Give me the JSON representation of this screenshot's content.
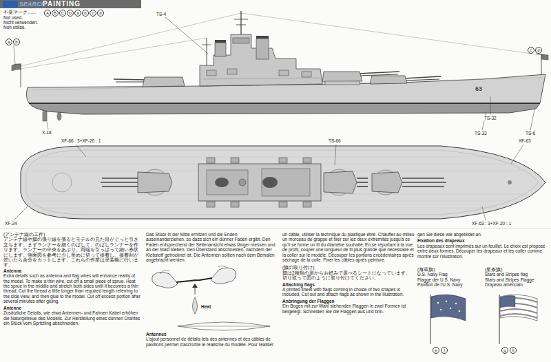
{
  "diagram": {
    "title": "PAINTING",
    "labels": [
      "SEARCH",
      "不要マーク……",
      "Not used.",
      "Nicht verwenden.",
      "Non utilisé.",
      "A",
      "B",
      "C",
      "D",
      "a",
      "b",
      "c",
      "d",
      "TS-4",
      "a",
      "b",
      "c",
      "d",
      "TS-32",
      "63",
      "X-18",
      "TS-33",
      "TS-6",
      "XF-66 : 3+XF-20 : 1",
      "TS-66",
      "XF-63",
      "XF-24",
      "XF-63 : 3+XF-20 : 1",
      "(アンテナ線の工作)",
      "アンテナ線や旗の張り線を張るとモデルの見た目がぐっと引き立ちます。まずランナーを細くのばして、のばしランナーを作ります。ランナーの中央をあぶり、両端を引っぱって細い糸状にします。側面図を参考に少し長めに切って接着し、接着剤が乾いたら余分をカットします。これらの作業は塗装後に行います。",
      "Antenna",
      "Extra details such as antenna and flag wires will enhance reality of the model. To make a thin wire, cut off a small piece of sprue. Heat the sprue in the middle and stretch both sides until it becomes a thin thread. Cut the thread a little longer than required length referring to the side view, and then glue to the model. Cut off excess portion after several minutes after gluing.",
      "Antenne",
      "Zusätzliche Details, wie etwa Antennen- und Fahnen Kabel erhöhen die Naturgetreue des Modells. Zur Herstellung eines dünnen Drahtes ein Stück vom Spritzling abschneiden.",
      "Das Stück in der Mitte erhitzen und die Enden auseinanderziehen, so dass sich ein dünner Faden ergibt. Den Faden entsprechend der Seitenansicht etwas länger messen und an der Mast kleben. Den Überstand abschneiden, nachdem der Klebstoff getrocknet ist. Die Antennen sollten nach dem Bemalen angebracht werden.",
      "Heat",
      "Antennes",
      "L'ajout personnel de détails tels des antennes et des câbles de pavillons permet d'accroître le réalisme du modèle. Pour réaliser",
      "un câble, utiliser la technique du plastique étiré. Chauffer au milieu un morceau de grappe et tirer sur les deux extrémités jusqu'à ce qu'il se forme un fil du diamètre souhaité. En se reportant à la vue de profil, couper une longueur de fil plus grande que nécessaire et la coller sur le modèle. Découper les portions excédentaires après séchage de la colle. Fixer les câbles après peinture.",
      "(旗の取り付け)",
      "旗は2種類の形からお好みで選べるシートになっています。切り取って図のように取り付けてください。",
      "Attaching flags",
      "A printed sheet with flags coming in choice of two shapes is included. Cut out and attach flags as shown in the illustration.",
      "Anbringung der Flaggen",
      "Ein Bogen mit zur Wahl stehenden Flaggen in zwei Formen ist beigelegt. Schneiden Sie die Flaggen aus und brin-",
      "gen Sie diese wie abgebildet an.",
      "Fixation des drapeaux",
      "Les drapeaux sont imprimés sur un feuillet. Le choix est proposé entre deux formes. Découper les drapeaux et les coller comme montré sur l'illustration.",
      "(海軍旗)",
      "U.S. Navy Flag",
      "Flagge der U.S. Navy",
      "Pavillon de l'U.S. Navy",
      "(星条旗)",
      "Stars and Stripes flag",
      "Stars and Stripes Flagge",
      "Drapeau américain",
      "e",
      "f",
      "g",
      "h"
    ]
  }
}
